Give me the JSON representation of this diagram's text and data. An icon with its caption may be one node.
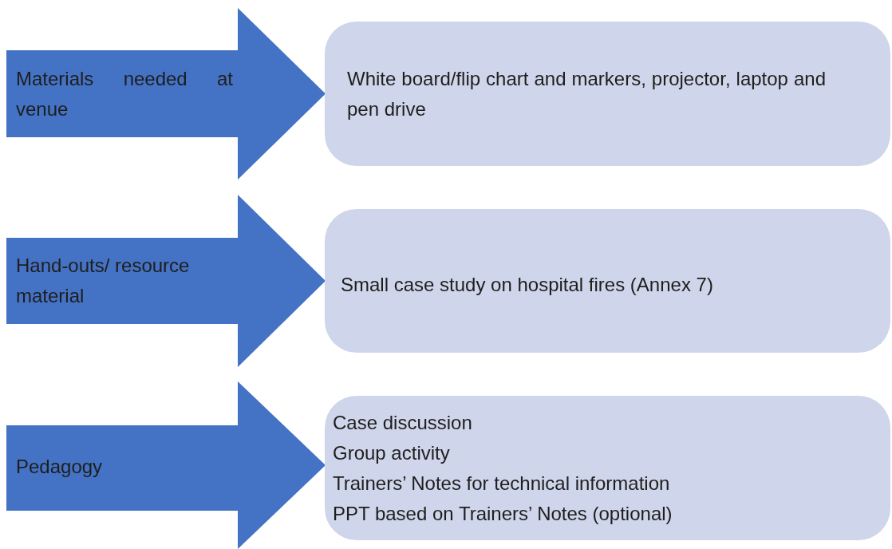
{
  "diagram": {
    "nodes": [
      {
        "text": [
          "Materials needed at venue"
        ]
      },
      {
        "text": [
          "White board/flip chart and markers, projector, laptop and pen drive"
        ]
      },
      {
        "text": [
          "Hand-outs/ resource material"
        ]
      },
      {
        "text": [
          "Small case study on hospital fires (Annex 7)"
        ]
      },
      {
        "text": [
          "Pedagogy"
        ]
      },
      {
        "text": [
          "Case discussion",
          "Group activity",
          "Trainers’ Notes for technical information",
          "PPT based on Trainers’ Notes (optional)"
        ]
      }
    ]
  }
}
